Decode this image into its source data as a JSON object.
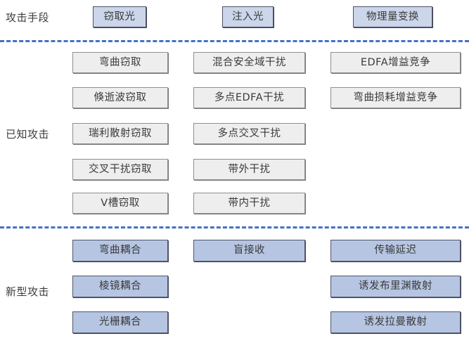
{
  "diagram": {
    "title_label": "攻击手段",
    "columns": [
      {
        "id": "col-eavesdropping",
        "label": "窃取光"
      },
      {
        "id": "col-injection",
        "label": "注入光"
      },
      {
        "id": "col-physical-conversion",
        "label": "物理量变换"
      }
    ],
    "sections": [
      {
        "id": "known-attacks",
        "label": "已知攻击",
        "fill": "gray",
        "columns": [
          [
            "弯曲窃取",
            "倏逝波窃取",
            "瑞利散射窃取",
            "交叉干扰窃取",
            "V槽窃取"
          ],
          [
            "混合安全域干扰",
            "多点EDFA干扰",
            "多点交叉干扰",
            "带外干扰",
            "带内干扰"
          ],
          [
            "EDFA增益竞争",
            "弯曲损耗增益竞争"
          ]
        ]
      },
      {
        "id": "new-attacks",
        "label": "新型攻击",
        "fill": "blue",
        "columns": [
          [
            "弯曲耦合",
            "棱镜耦合",
            "光栅耦合"
          ],
          [
            "盲接收"
          ],
          [
            "传输延迟",
            "诱发布里渊散射",
            "诱发拉曼散射"
          ]
        ]
      }
    ],
    "colors": {
      "divider": "#4472c4",
      "header_fill": "#ccd6ea",
      "gray_fill": "#eeeeee",
      "blue_fill": "#b6c5e2",
      "text": "#3a3a3a"
    }
  }
}
